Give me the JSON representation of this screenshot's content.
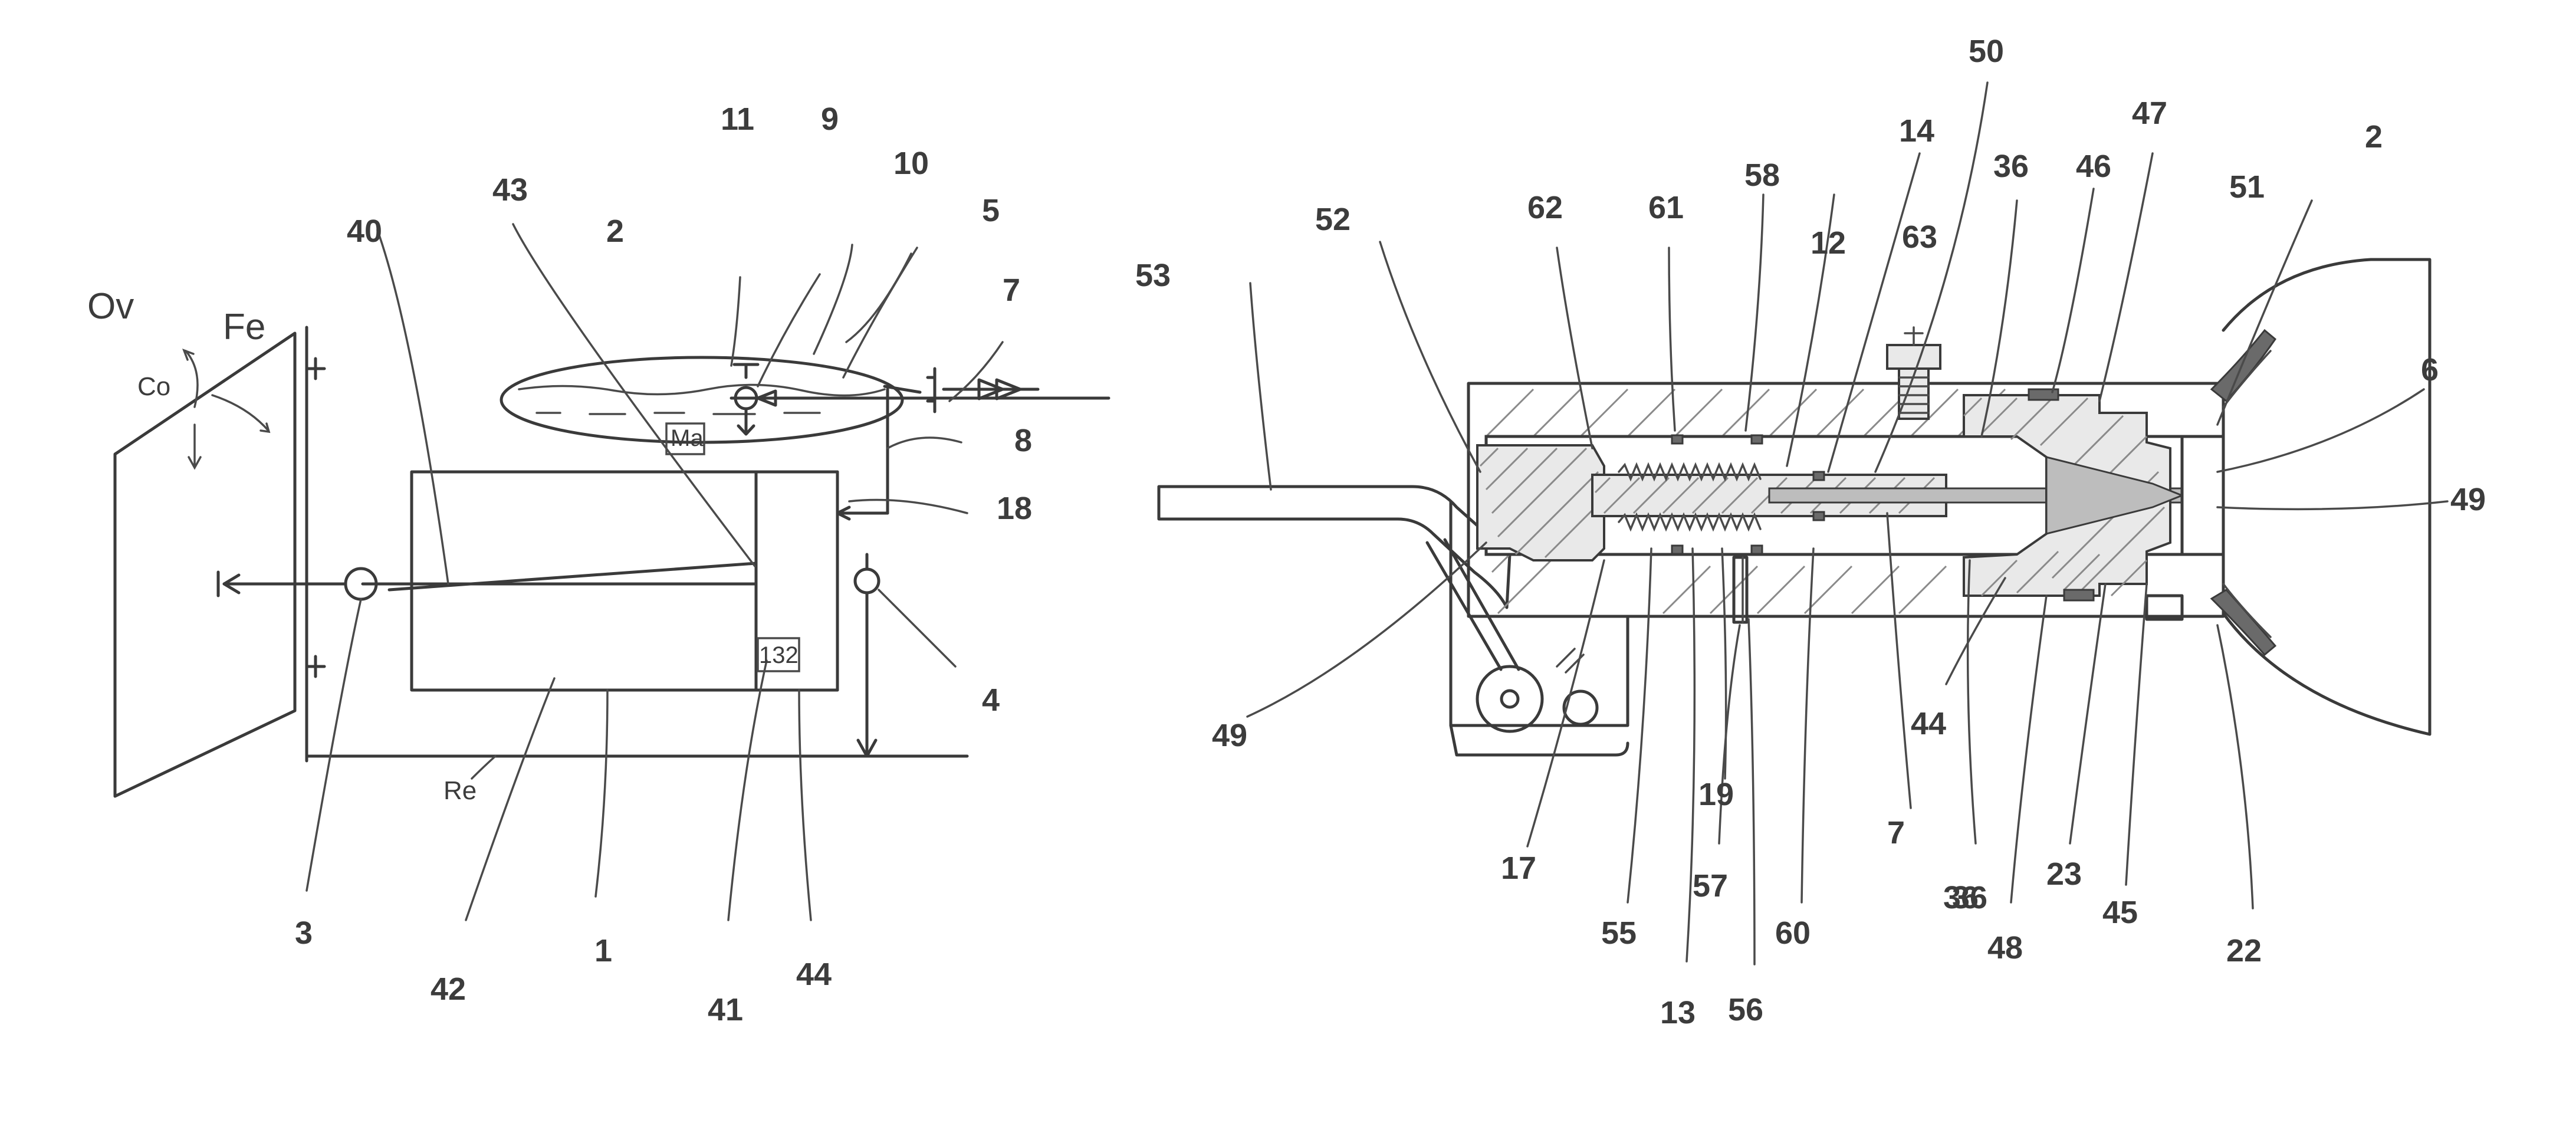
{
  "figure_left": {
    "labels": {
      "ov": "Ov",
      "fe": "Fe",
      "co": "Co",
      "re": "Re",
      "ma": "Ma",
      "box_132": "132",
      "n11": "11",
      "n9": "9",
      "n10": "10",
      "n5": "5",
      "n7": "7",
      "n2": "2",
      "n43": "43",
      "n40": "40",
      "n8": "8",
      "n18": "18",
      "n4": "4",
      "n3": "3",
      "n42": "42",
      "n1": "1",
      "n41": "41",
      "n44": "44"
    }
  },
  "figure_right": {
    "labels": {
      "n50": "50",
      "n58": "58",
      "n14": "14",
      "n36a": "36",
      "n46": "46",
      "n47": "47",
      "n2": "2",
      "n62": "62",
      "n61": "61",
      "n12": "12",
      "n63": "63",
      "n51": "51",
      "n52": "52",
      "n53": "53",
      "n6": "6",
      "n49a": "49",
      "n49b": "49",
      "n44": "44",
      "n17": "17",
      "n19": "19",
      "n7": "7",
      "n36b": "36",
      "n48": "48",
      "n23": "23",
      "n45": "45",
      "n22": "22",
      "n55": "55",
      "n57": "57",
      "n60": "60",
      "n36c": "36",
      "n13": "13",
      "n56": "56"
    }
  }
}
